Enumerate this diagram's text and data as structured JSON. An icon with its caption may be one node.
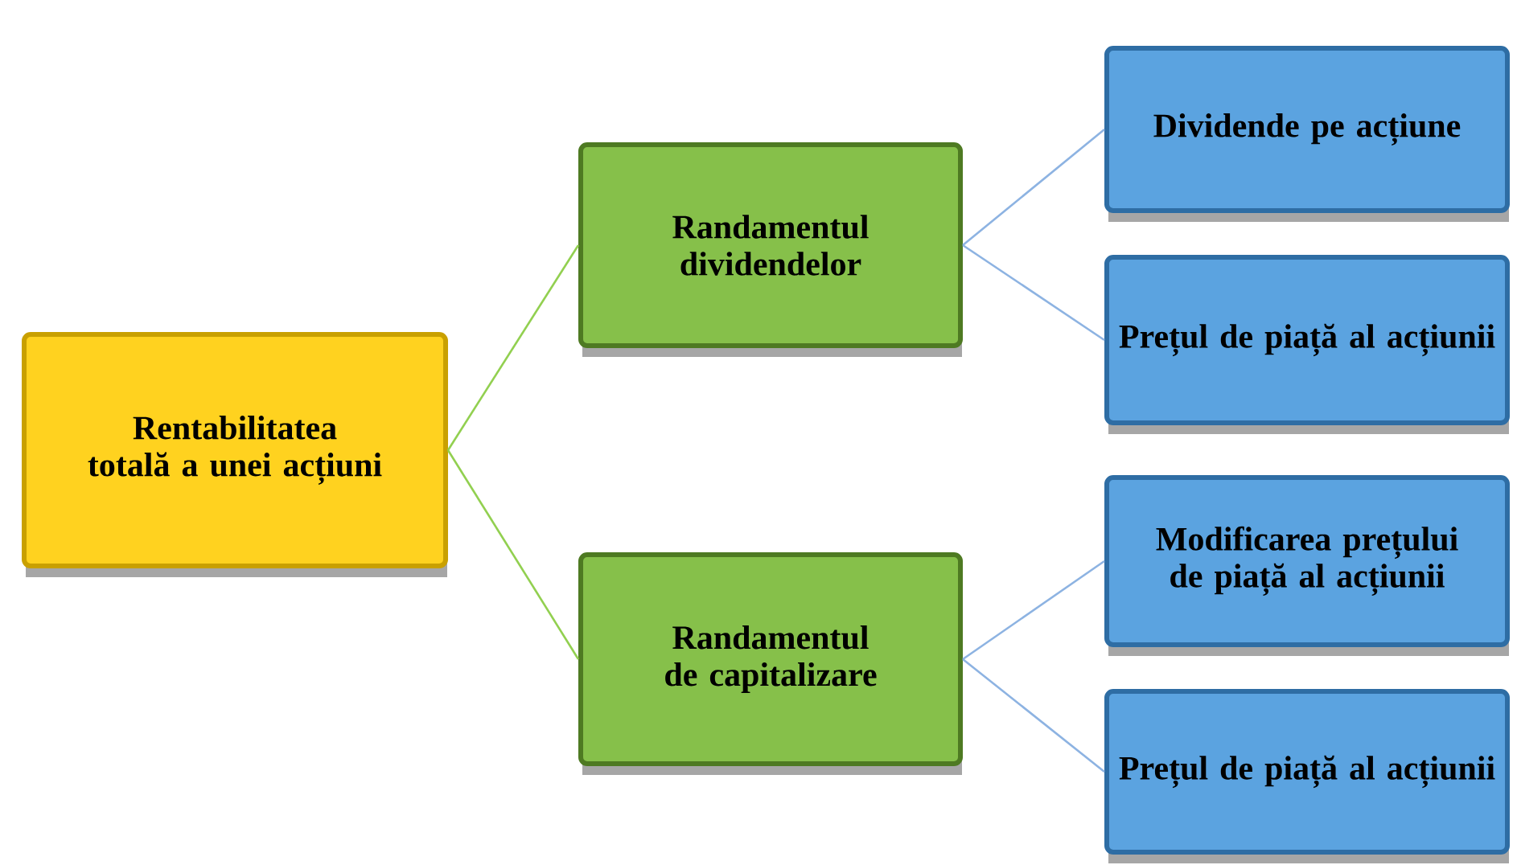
{
  "diagram": {
    "nodes": [
      {
        "text": [
          "Rentabilitatea totală a unei acțiuni"
        ]
      },
      {
        "text": [
          "Randamentul dividendelor"
        ]
      },
      {
        "text": [
          "Randamentul de capitalizare"
        ]
      },
      {
        "text": [
          "Dividende pe acțiune"
        ]
      },
      {
        "text": [
          "Prețul de piață al acțiunii"
        ]
      },
      {
        "text": [
          "Modificarea prețului de piață al acțiunii"
        ]
      },
      {
        "text": [
          "Prețul de piață al acțiunii"
        ]
      }
    ],
    "edges": [
      {
        "from": 0,
        "to": 1,
        "arrow": "none",
        "color": "#92d050"
      },
      {
        "from": 0,
        "to": 2,
        "arrow": "none",
        "color": "#92d050"
      },
      {
        "from": 1,
        "to": 3,
        "arrow": "none"
      },
      {
        "from": 1,
        "to": 4,
        "arrow": "none"
      },
      {
        "from": 2,
        "to": 5,
        "arrow": "none"
      },
      {
        "from": 2,
        "to": 6,
        "arrow": "none"
      }
    ]
  }
}
